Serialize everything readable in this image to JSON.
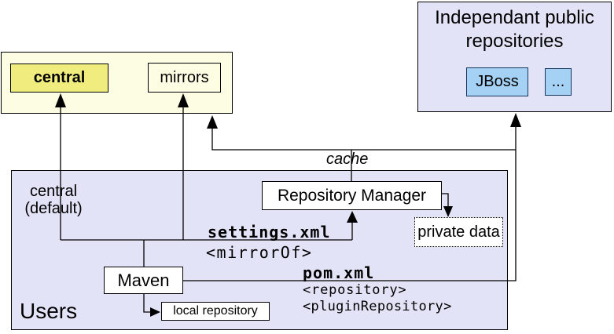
{
  "diagram": {
    "public_hosted": {
      "central": "central",
      "mirrors": "mirrors"
    },
    "independent": {
      "title": "Independant public repositories",
      "jboss": "JBoss",
      "more": "..."
    },
    "cache_label": "cache",
    "users": {
      "label": "Users",
      "central_default_line1": "central",
      "central_default_line2": "(default)",
      "repository_manager": "Repository Manager",
      "private_data": "private data",
      "settings_file": "settings.xml",
      "settings_tag": "<mirrorOf>",
      "maven": "Maven",
      "pom_file": "pom.xml",
      "pom_tag_repository": "<repository>",
      "pom_tag_plugin_repository": "<pluginRepository>",
      "local_repository": "local repository"
    },
    "colors": {
      "pale_yellow": "#fdfde3",
      "highlight_yellow": "#f0ec7d",
      "lavender": "#e3e3f7",
      "node_blue": "#a5d2f4",
      "line": "#000000"
    }
  }
}
